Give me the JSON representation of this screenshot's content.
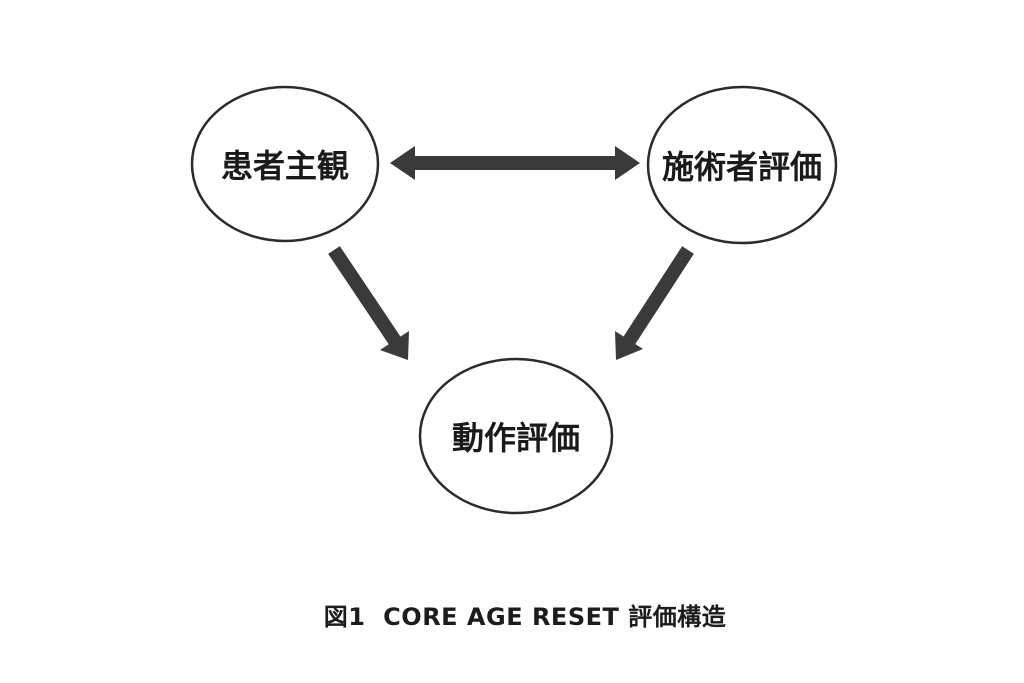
{
  "diagram": {
    "title": "CORE AGE RESET evaluation structure diagram",
    "nodes": {
      "patient": {
        "label": "患者主観"
      },
      "practitioner": {
        "label": "施術者評価"
      },
      "movement": {
        "label": "動作評価"
      }
    },
    "edges": [
      {
        "from": "patient",
        "to": "practitioner",
        "type": "bidirectional"
      },
      {
        "from": "patient",
        "to": "movement",
        "type": "directed"
      },
      {
        "from": "practitioner",
        "to": "movement",
        "type": "directed"
      }
    ],
    "colors": {
      "background": "#ffffff",
      "circle_stroke": "#2b2b2b",
      "arrow": "#3a3a3a",
      "text": "#1a1a1a"
    }
  },
  "caption": "図1  CORE AGE RESET 評価構造"
}
